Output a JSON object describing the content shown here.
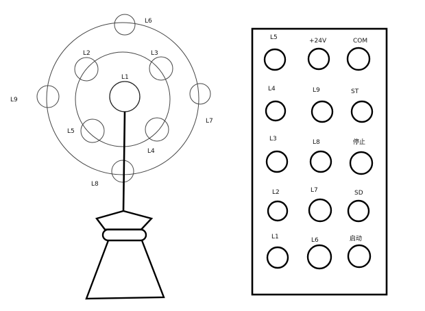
{
  "lamp_labels": {
    "l1": "L1",
    "l2": "L2",
    "l3": "L3",
    "l4": "L4",
    "l5": "L5",
    "l6": "L6",
    "l7": "L7",
    "l8": "L8",
    "l9": "L9"
  },
  "panel": {
    "rows": [
      [
        "L5",
        "+24V",
        "COM"
      ],
      [
        "L4",
        "L9",
        "ST"
      ],
      [
        "L3",
        "L8",
        "停止"
      ],
      [
        "L2",
        "L7",
        "SD"
      ],
      [
        "L1",
        "L6",
        "启动"
      ]
    ]
  }
}
